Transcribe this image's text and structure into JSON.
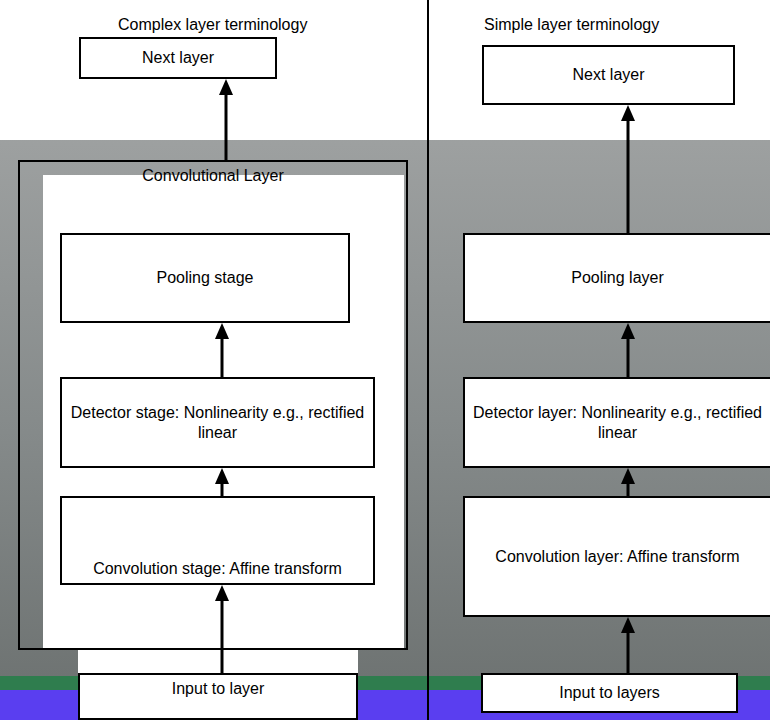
{
  "diagram": {
    "nodes": [
      {
        "text": [
          "Next layer"
        ]
      },
      {
        "text": [
          "Convolutional Layer"
        ]
      },
      {
        "text": [
          "Pooling stage"
        ],
        "in": 1
      },
      {
        "text": [
          "Detector stage: Nonlinearity e.g., rectified linear"
        ],
        "in": 1
      },
      {
        "text": [
          "Convolution stage: Affine transform"
        ],
        "in": 1
      },
      {
        "text": [
          "Input to layer"
        ]
      },
      {
        "text": [
          "Next layer"
        ]
      },
      {
        "text": [
          "Pooling layer"
        ]
      },
      {
        "text": [
          "Detector layer: Nonlinearity e.g., rectified linear"
        ]
      },
      {
        "text": [
          "Convolution layer: Affine transform"
        ]
      },
      {
        "text": [
          "Input to layers"
        ]
      }
    ],
    "edges": [
      {
        "from": 5,
        "to": 4,
        "arrow": "to"
      },
      {
        "from": 4,
        "to": 3,
        "arrow": "to"
      },
      {
        "from": 3,
        "to": 2,
        "arrow": "to"
      },
      {
        "from": 1,
        "to": 0,
        "arrow": "to"
      },
      {
        "from": 10,
        "to": 9,
        "arrow": "to"
      },
      {
        "from": 9,
        "to": 8,
        "arrow": "to"
      },
      {
        "from": 8,
        "to": 7,
        "arrow": "to"
      },
      {
        "from": 7,
        "to": 6,
        "arrow": "to"
      }
    ],
    "labels": [
      "Complex layer terminology",
      "Simple layer terminology"
    ]
  }
}
